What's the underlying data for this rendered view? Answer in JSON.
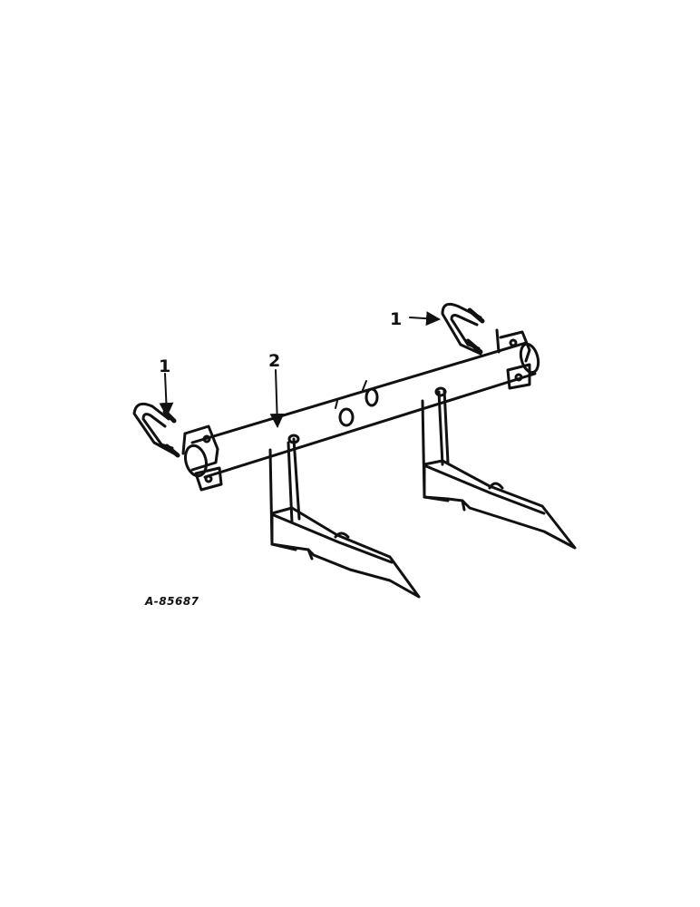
{
  "diagram": {
    "figure_id": "A-85687",
    "callouts": [
      {
        "label": "1",
        "part": "u-bolt-right"
      },
      {
        "label": "1",
        "part": "u-bolt-left"
      },
      {
        "label": "2",
        "part": "cross-bar"
      }
    ],
    "ink_color": "#111111",
    "paper_color": "#ffffff"
  }
}
